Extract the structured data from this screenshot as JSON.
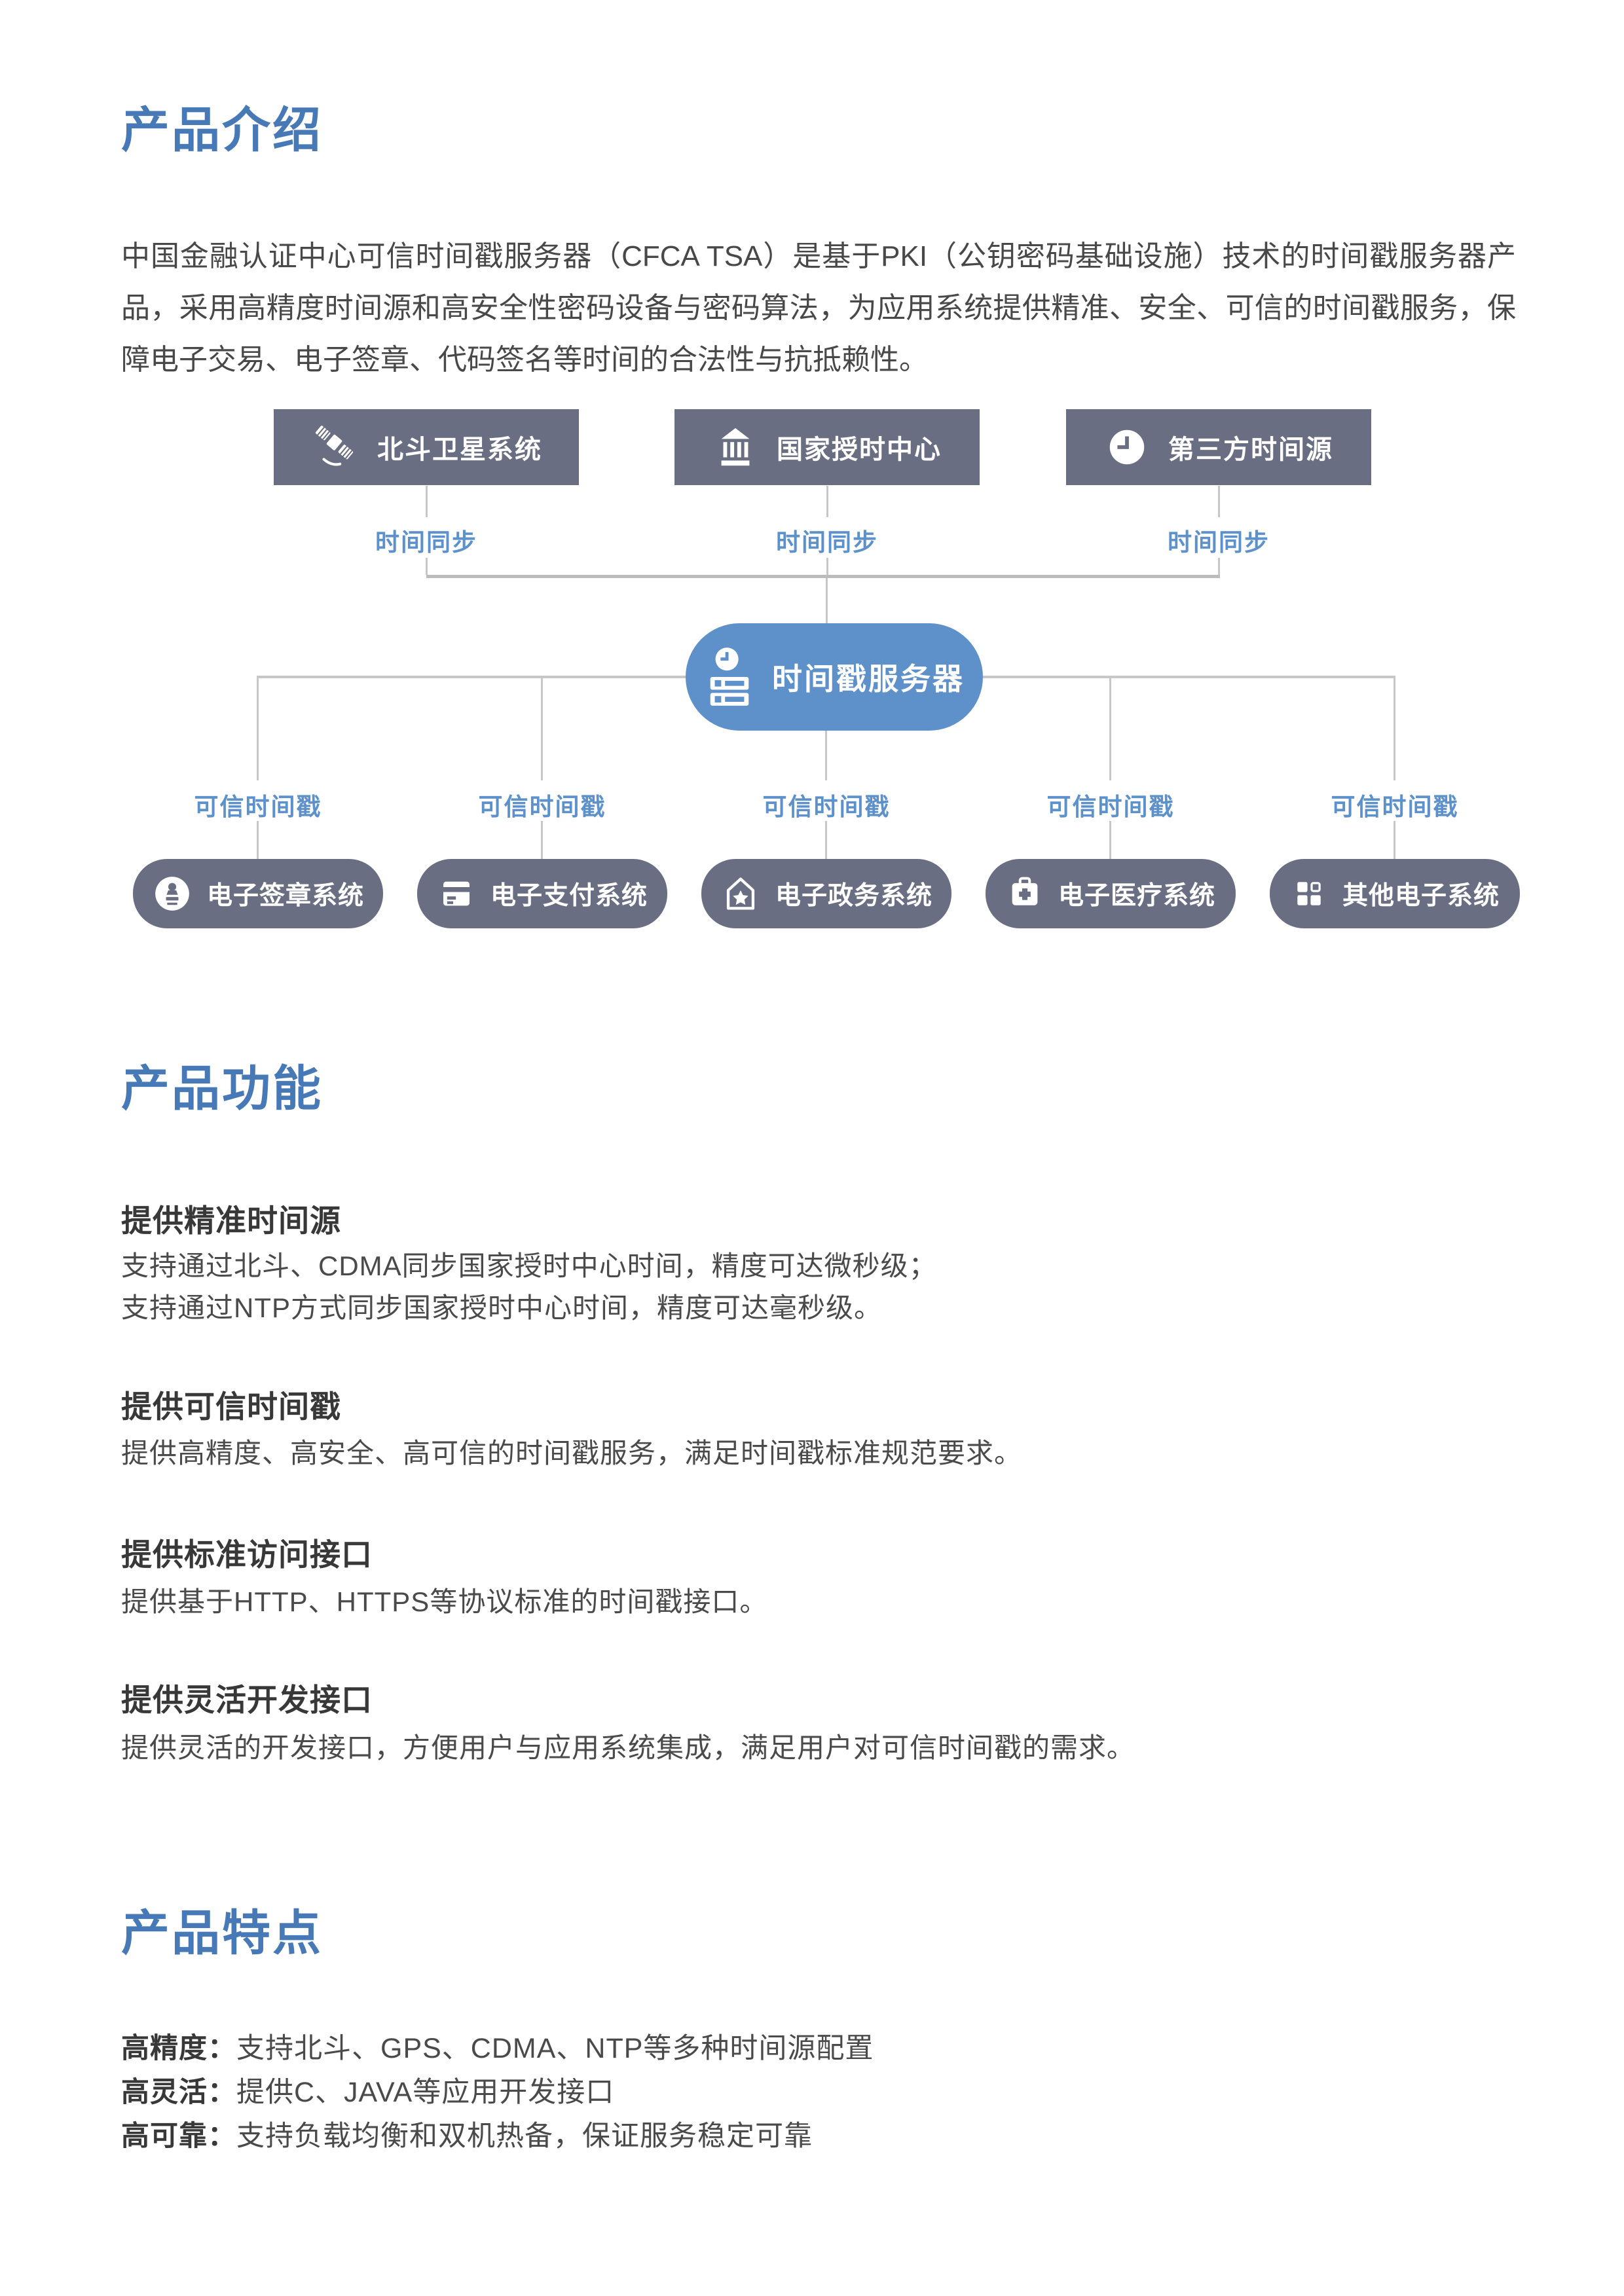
{
  "intro": {
    "title": "产品介绍",
    "paragraph": "中国金融认证中心可信时间戳服务器（CFCA TSA）是基于PKI（公钥密码基础设施）技术的时间戳服务器产品，采用高精度时间源和高安全性密码设备与密码算法，为应用系统提供精准、安全、可信的时间戳服务，保障电子交易、电子签章、代码签名等时间的合法性与抗抵赖性。"
  },
  "diagram": {
    "sources": [
      {
        "label": "北斗卫星系统",
        "icon": "satellite-icon"
      },
      {
        "label": "国家授时中心",
        "icon": "bank-icon"
      },
      {
        "label": "第三方时间源",
        "icon": "clock-icon"
      }
    ],
    "sync_label": "时间同步",
    "server": {
      "label": "时间戳服务器",
      "icon": "server-clock-icon"
    },
    "stamp_label": "可信时间戳",
    "consumers": [
      {
        "label": "电子签章系统",
        "icon": "stamp-icon"
      },
      {
        "label": "电子支付系统",
        "icon": "card-icon"
      },
      {
        "label": "电子政务系统",
        "icon": "gov-house-icon"
      },
      {
        "label": "电子医疗系统",
        "icon": "medical-bag-icon"
      },
      {
        "label": "其他电子系统",
        "icon": "grid-icon"
      }
    ]
  },
  "functions": {
    "title": "产品功能",
    "items": [
      {
        "heading": "提供精准时间源",
        "lines": [
          "支持通过北斗、CDMA同步国家授时中心时间，精度可达微秒级；",
          "支持通过NTP方式同步国家授时中心时间，精度可达毫秒级。"
        ]
      },
      {
        "heading": "提供可信时间戳",
        "lines": [
          "提供高精度、高安全、高可信的时间戳服务，满足时间戳标准规范要求。"
        ]
      },
      {
        "heading": "提供标准访问接口",
        "lines": [
          "提供基于HTTP、HTTPS等协议标准的时间戳接口。"
        ]
      },
      {
        "heading": "提供灵活开发接口",
        "lines": [
          "提供灵活的开发接口，方便用户与应用系统集成，满足用户对可信时间戳的需求。"
        ]
      }
    ]
  },
  "features": {
    "title": "产品特点",
    "items": [
      {
        "label": "高精度：",
        "text": "支持北斗、GPS、CDMA、NTP等多种时间源配置"
      },
      {
        "label": "高灵活：",
        "text": "提供C、JAVA等应用开发接口"
      },
      {
        "label": "高可靠：",
        "text": "支持负载均衡和双机热备，保证服务稳定可靠"
      }
    ]
  },
  "colors": {
    "accent_blue": "#4879b7",
    "light_blue": "#5e90ca",
    "slate": "#6a6e82",
    "line_gray": "#c7c7ca",
    "text_dark": "#4a4a4a"
  }
}
